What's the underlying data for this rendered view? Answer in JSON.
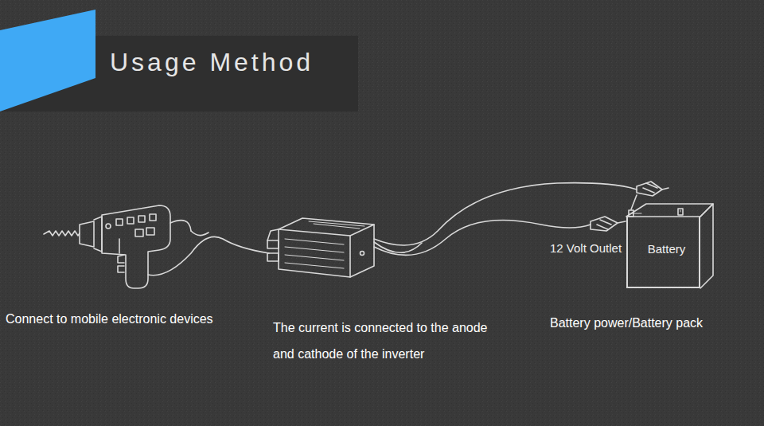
{
  "diagram": {
    "title": "Usage Method",
    "nodes": [
      {
        "text": [
          "Battery"
        ]
      }
    ],
    "labels": [
      "12 Volt Outlet",
      "Connect to mobile electronic devices",
      "The current is connected to the anode and cathode of the inverter",
      "Battery power/Battery pack"
    ]
  }
}
